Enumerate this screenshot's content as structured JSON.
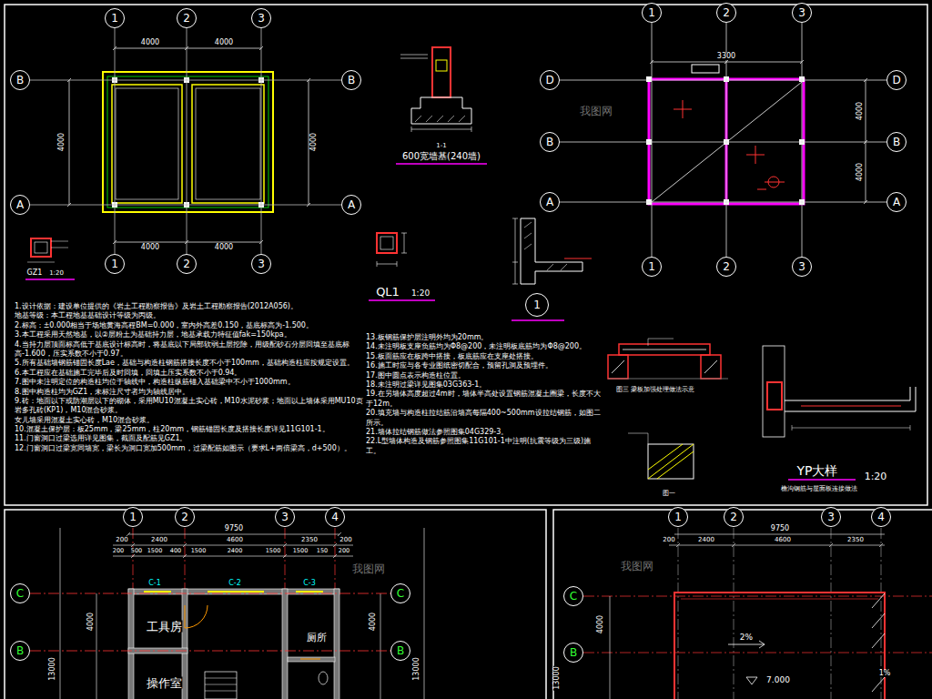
{
  "diagram": {
    "nodes": [
      {
        "text": [
          "1"
        ]
      },
      {
        "text": [
          "2"
        ]
      },
      {
        "text": [
          "3"
        ]
      },
      {
        "text": [
          "B"
        ]
      },
      {
        "text": [
          "B"
        ]
      },
      {
        "text": [
          "A"
        ]
      },
      {
        "text": [
          "A"
        ]
      },
      {
        "text": [
          "1"
        ]
      },
      {
        "text": [
          "2"
        ]
      },
      {
        "text": [
          "3"
        ]
      },
      {
        "text": [
          "1"
        ]
      },
      {
        "text": [
          "2"
        ]
      },
      {
        "text": [
          "3"
        ]
      },
      {
        "text": [
          "D"
        ]
      },
      {
        "text": [
          "D"
        ]
      },
      {
        "text": [
          "B"
        ]
      },
      {
        "text": [
          "B"
        ]
      },
      {
        "text": [
          "A"
        ]
      },
      {
        "text": [
          "A"
        ]
      },
      {
        "text": [
          "1"
        ]
      },
      {
        "text": [
          "2"
        ]
      },
      {
        "text": [
          "3"
        ]
      },
      {
        "text": [
          "1"
        ]
      },
      {
        "text": [
          "1"
        ]
      },
      {
        "text": [
          "2"
        ]
      },
      {
        "text": [
          "3"
        ]
      },
      {
        "text": [
          "4"
        ]
      },
      {
        "text": [
          "C"
        ]
      },
      {
        "text": [
          "C"
        ]
      },
      {
        "text": [
          "B"
        ]
      },
      {
        "text": [
          "B"
        ]
      },
      {
        "text": [
          "1"
        ]
      },
      {
        "text": [
          "2"
        ]
      },
      {
        "text": [
          "3"
        ]
      },
      {
        "text": [
          "4"
        ]
      },
      {
        "text": [
          "C"
        ]
      },
      {
        "text": [
          "B"
        ]
      }
    ],
    "edges": [
      {
        "from": 0,
        "to": 7,
        "arrow": "none"
      },
      {
        "from": 1,
        "to": 8,
        "arrow": "none"
      },
      {
        "from": 2,
        "to": 9,
        "arrow": "none"
      },
      {
        "from": 3,
        "to": 4,
        "arrow": "none"
      },
      {
        "from": 5,
        "to": 6,
        "arrow": "none"
      },
      {
        "from": 10,
        "to": 19,
        "arrow": "none"
      },
      {
        "from": 11,
        "to": 20,
        "arrow": "none"
      },
      {
        "from": 12,
        "to": 21,
        "arrow": "none"
      },
      {
        "from": 13,
        "to": 14,
        "arrow": "none"
      },
      {
        "from": 15,
        "to": 16,
        "arrow": "none"
      },
      {
        "from": 17,
        "to": 18,
        "arrow": "none"
      },
      {
        "from": 27,
        "to": 28,
        "arrow": "none"
      },
      {
        "from": 29,
        "to": 30,
        "arrow": "none"
      }
    ],
    "labels": [
      "4000",
      "4000",
      "4000",
      "4000",
      "4000",
      "4000",
      "GZ1",
      "1:20",
      "QL1",
      "1:20",
      "1-1",
      "600宽墙基(240墙)",
      "3300",
      "4000",
      "4000",
      "1.设计依据：建设单位提供的《岩土工程勘察报告》及岩土工程勘察报告(2012A056)。",
      "地基等级：本工程地基基础设计等级为丙级。",
      "2.标高：±0.000相当于场地黄海高程BM=0.000，室内外高差0.150，基底标高为-1.500。",
      "3.本工程采用天然地基，以②层粉土为基础持力层，地基承载力特征值fak=150kpa。",
      "4.当持力层顶面标高低于基底设计标高时，将基底以下局部软弱土层挖除，用级配砂石分层回填至基底标高-1.600，压实系数不小于0.97。",
      "5.所有基础墙钢筋锚固长度Lae，基础与构造柱钢筋搭接长度不小于100mm，基础构造柱应按规定设置。",
      "6.本工程应在基础施工完毕后及时回填，回填土压实系数不小于0.94。",
      "7.图中未注明定位的构造柱均位于轴线中，构造柱纵筋锚入基础梁中不小于1000mm。",
      "8.图中构造柱均为GZ1，未标注尺寸者均为轴线居中。",
      "9.砖：地面以下或防潮层以下的砌体，采用MU10混凝土实心砖，M10水泥砂浆；地面以上墙体采用MU10页岩多孔砖(KP1)，M10混合砂浆。",
      "女儿墙采用混凝土实心砖，M10混合砂浆。",
      "10.混凝土保护层：板25mm，梁25mm，柱20mm，钢筋锚固长度及搭接长度详见11G101-1。",
      "11.门窗洞口过梁选用详见图集，截面及配筋见GZ1。",
      "12.门窗洞口过梁宽同墙宽，梁长为洞口宽加500mm，过梁配筋如图示（要求L+两倍梁高，d+500）。",
      "13.板钢筋保护层注明外均为20mm。",
      "14.未注明板支座负筋均为Φ8@200，未注明板底筋均为Φ8@200。",
      "15.板面筋应在板跨中搭接，板底筋应在支座处搭接。",
      "16.施工时应与各专业图纸密切配合，预留孔洞及预埋件。",
      "17.图中圆点表示构造柱位置。",
      "18.未注明过梁详见图集03G363-1。",
      "19.在另墙体高度超过4m时，墙体半高处设置钢筋混凝土圈梁，长度不大于12m。",
      "20.填充墙与构造柱拉结筋沿墙高每隔400~500mm设拉结钢筋，如图二所示。",
      "21.墙体拉结钢筋做法参照图集04G329-3。",
      "22.L型墙体构造及钢筋参照图集11G101-1中注明(抗震等级为三级)施工。",
      "图三 梁板加强处理做法示意",
      "图一",
      "YP大样",
      "1:20",
      "檐沟钢筋与屋面板连接做法",
      "9750",
      "200",
      "2400",
      "4600",
      "2350",
      "200",
      "200",
      "500",
      "1500",
      "400",
      "1500",
      "2400",
      "1500",
      "1500",
      "150",
      "200",
      "C-1",
      "C-2",
      "C-3",
      "工具房",
      "操作室",
      "厕所",
      "4000",
      "13000",
      "4000",
      "13000",
      "9750",
      "200",
      "2400",
      "4600",
      "2350",
      "2%",
      "7.000",
      "1%",
      "4000",
      "13000",
      "我图网",
      "我图网",
      "我图网"
    ]
  }
}
